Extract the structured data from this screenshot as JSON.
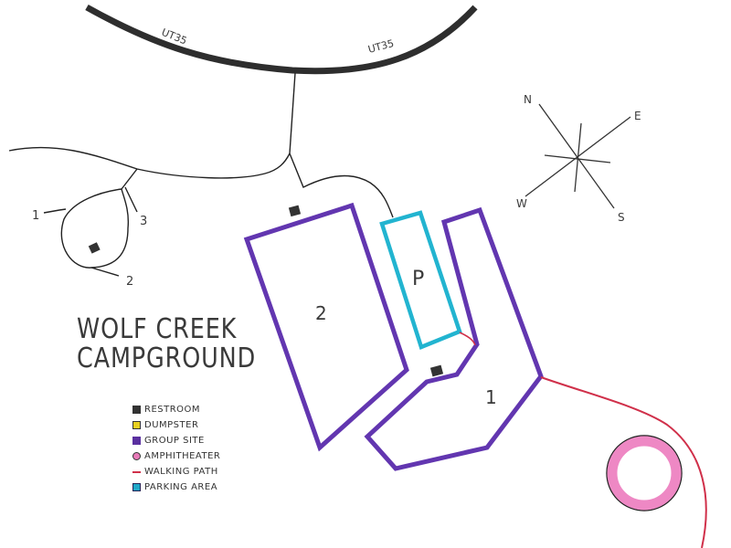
{
  "map": {
    "title_line1": "WOLF CREEK",
    "title_line2": "CAMPGROUND",
    "road": {
      "label_left": "UT35",
      "label_right": "UT35"
    },
    "sites": {
      "group_site_1": "1",
      "group_site_2": "2",
      "parking": "P",
      "loop_site_1": "1",
      "loop_site_2": "2",
      "loop_site_3": "3"
    },
    "compass": {
      "n": "N",
      "e": "E",
      "s": "S",
      "w": "W"
    }
  },
  "legend": {
    "items": [
      {
        "label": "Restroom",
        "icon": "restroom-icon",
        "color": "#333333"
      },
      {
        "label": "Dumpster",
        "icon": "dumpster-icon",
        "color": "#e8d020"
      },
      {
        "label": "Group Site",
        "icon": "group-site-icon",
        "color": "#5a30a0"
      },
      {
        "label": "Amphitheater",
        "icon": "amphitheater-icon",
        "color": "#e87ab8"
      },
      {
        "label": "Walking Path",
        "icon": "walking-path-icon",
        "color": "#d0304a"
      },
      {
        "label": "Parking Area",
        "icon": "parking-area-icon",
        "color": "#20a8c8"
      }
    ]
  },
  "colors": {
    "road": "#2e2e2e",
    "group_site": "#6236b0",
    "parking": "#22b4d0",
    "path": "#d0304a",
    "amphitheater": "#ee88c4",
    "ink": "#222222"
  }
}
